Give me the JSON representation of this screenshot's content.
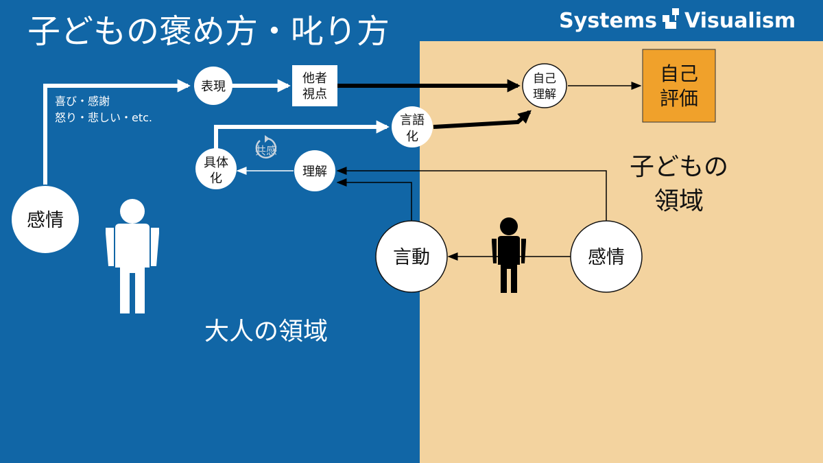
{
  "title": "子どもの褒め方・叱り方",
  "brand": {
    "left": "Systems",
    "right": "Visualism"
  },
  "regions": {
    "adult": "大人の領域",
    "child_line1": "子どもの",
    "child_line2": "領域"
  },
  "nodes": {
    "adult_emotion": "感情",
    "expression": "表現",
    "other_view_1": "他者",
    "other_view_2": "視点",
    "self_understanding_1": "自己",
    "self_understanding_2": "理解",
    "self_eval_1": "自己",
    "self_eval_2": "評価",
    "verbalize_1": "言語",
    "verbalize_2": "化",
    "concretize_1": "具体",
    "concretize_2": "化",
    "understanding": "理解",
    "empathy": "共感",
    "behavior": "言動",
    "child_emotion": "感情"
  },
  "emotion_examples": {
    "line1": "喜び・感謝",
    "line2": "怒り・悲しい・etc."
  },
  "colors": {
    "adult_bg": "#1166A6",
    "child_bg": "#F3D39F",
    "eval_box": "#F0A12B",
    "white": "#FFFFFF",
    "black": "#000000"
  }
}
